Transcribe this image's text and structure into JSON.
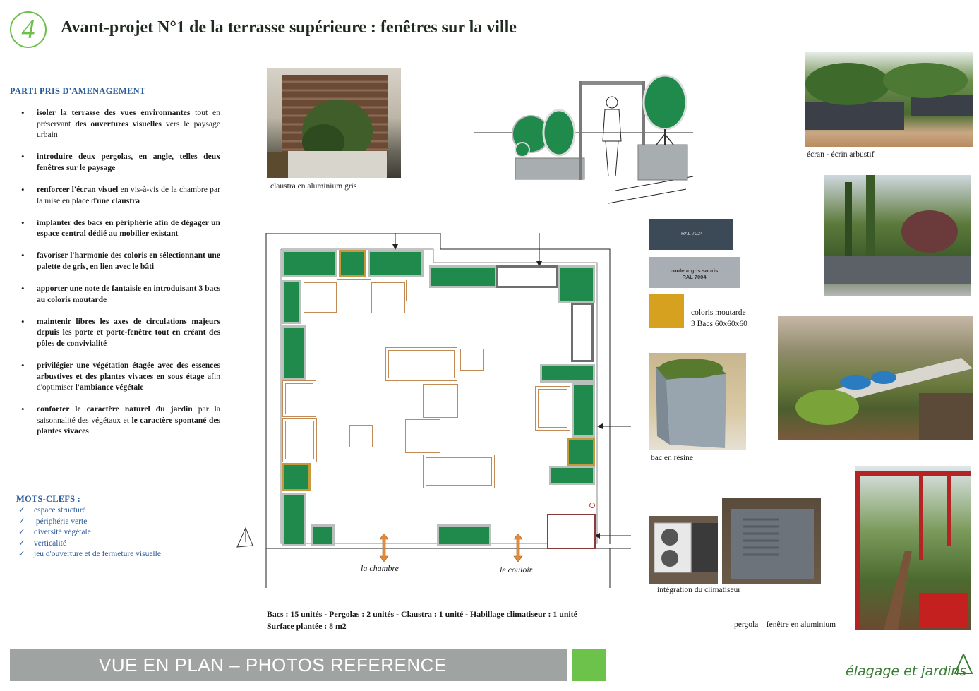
{
  "header": {
    "number": "4",
    "title": "Avant-projet N°1 de la terrasse supérieure : fenêtres sur la ville"
  },
  "parti": {
    "heading": "PARTI PRIS D'AMENAGEMENT",
    "items": [
      [
        {
          "t": "isoler la terrasse des vues environnantes",
          "b": true
        },
        {
          "t": " tout en préservant ",
          "b": false
        },
        {
          "t": "des ouvertures visuelles",
          "b": true
        },
        {
          "t": " vers le paysage urbain",
          "b": false
        }
      ],
      [
        {
          "t": "introduire deux pergolas, en angle, telles deux fenêtres sur le paysage",
          "b": true
        }
      ],
      [
        {
          "t": "renforcer l'écran visuel",
          "b": true
        },
        {
          "t": " en vis-à-vis de la chambre par la mise en place d'",
          "b": false
        },
        {
          "t": "une claustra",
          "b": true
        }
      ],
      [
        {
          "t": "implanter des bacs en périphérie afin de dégager un espace central dédié au mobilier existant",
          "b": true
        }
      ],
      [
        {
          "t": "favoriser l'harmonie des coloris en sélectionnant une palette de gris, en lien avec le bâti",
          "b": true
        }
      ],
      [
        {
          "t": "apporter une note de fantaisie en introduisant 3 bacs au coloris moutarde",
          "b": true
        }
      ],
      [
        {
          "t": "maintenir libres les axes de circulations majeurs depuis les porte et porte-fenêtre tout en créant des pôles de convivialité",
          "b": true
        }
      ],
      [
        {
          "t": "privilégier une végétation étagée avec des essences arbustives et des plantes vivaces en sous étage",
          "b": true
        },
        {
          "t": " afin d'optimiser ",
          "b": false
        },
        {
          "t": "l'ambiance végétale",
          "b": true
        }
      ],
      [
        {
          "t": "conforter le caractère naturel du jardin",
          "b": true
        },
        {
          "t": " par la saisonnalité des végétaux et ",
          "b": false
        },
        {
          "t": "le caractère spontané des plantes vivaces",
          "b": true
        }
      ]
    ]
  },
  "keywords": {
    "heading": "MOTS-CLEFS :",
    "items": [
      "espace structuré",
      " périphérie verte",
      "diversité végétale",
      "verticalité",
      "jeu d'ouverture et de fermeture visuelle"
    ]
  },
  "captions": {
    "claustra": "claustra en aluminium gris",
    "ecran": "écran - écrin arbustif",
    "moutarde_1": "coloris moutarde",
    "moutarde_2": "3 Bacs 60x60x60",
    "bac_resine": "bac en résine",
    "climatiseur": "intégration du climatiseur",
    "pergola": "pergola – fenêtre en aluminium"
  },
  "swatches": {
    "ral7024": "RAL 7024",
    "souris_1": "couleur gris souris",
    "souris_2": "RAL 7004",
    "colors": {
      "dark": "#3c4a58",
      "light": "#a8aeb4",
      "mustard": "#d6a11e"
    }
  },
  "plan": {
    "label_chambre": "la chambre",
    "label_couloir": "le couloir",
    "colors": {
      "bac": "#1f8a4c",
      "border_grey": "#b9bfbb",
      "border_mustard": "#c49a3c",
      "furniture": "#c28a55",
      "arrow": "#e08a3a"
    }
  },
  "stats": {
    "line1": "Bacs : 15 unités -  Pergolas : 2 unités  -  Claustra : 1 unité  -  Habillage climatiseur : 1 unité",
    "line2": "Surface plantée : 8 m2"
  },
  "footer": {
    "text": "VUE EN PLAN – PHOTOS REFERENCE",
    "logo": "élagage et jardins"
  }
}
